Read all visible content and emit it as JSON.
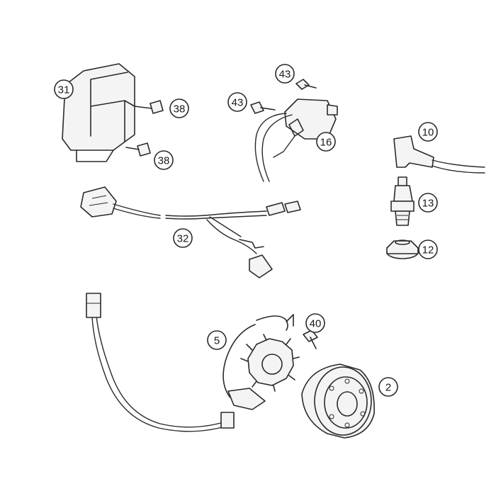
{
  "callouts": {
    "c31": "31",
    "c38a": "38",
    "c38b": "38",
    "c43a": "43",
    "c43b": "43",
    "c16": "16",
    "c10": "10",
    "c13": "13",
    "c12": "12",
    "c32": "32",
    "c40": "40",
    "c5": "5",
    "c2": "2"
  },
  "colors": {
    "line": "#2a2a2a",
    "background": "#ffffff"
  }
}
